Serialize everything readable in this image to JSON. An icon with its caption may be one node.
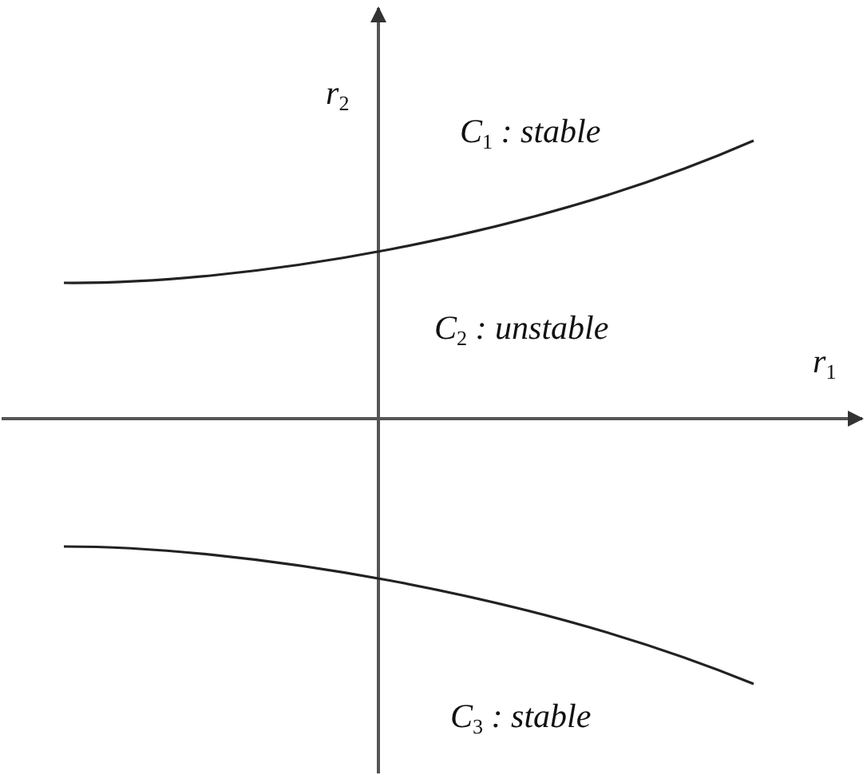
{
  "diagram": {
    "labels": [
      "r$_{2}$",
      "C$_{1}$ : stable",
      "C$_{2}$ : unstable",
      "r$_{1}$",
      "C$_{3}$ : stable"
    ]
  }
}
